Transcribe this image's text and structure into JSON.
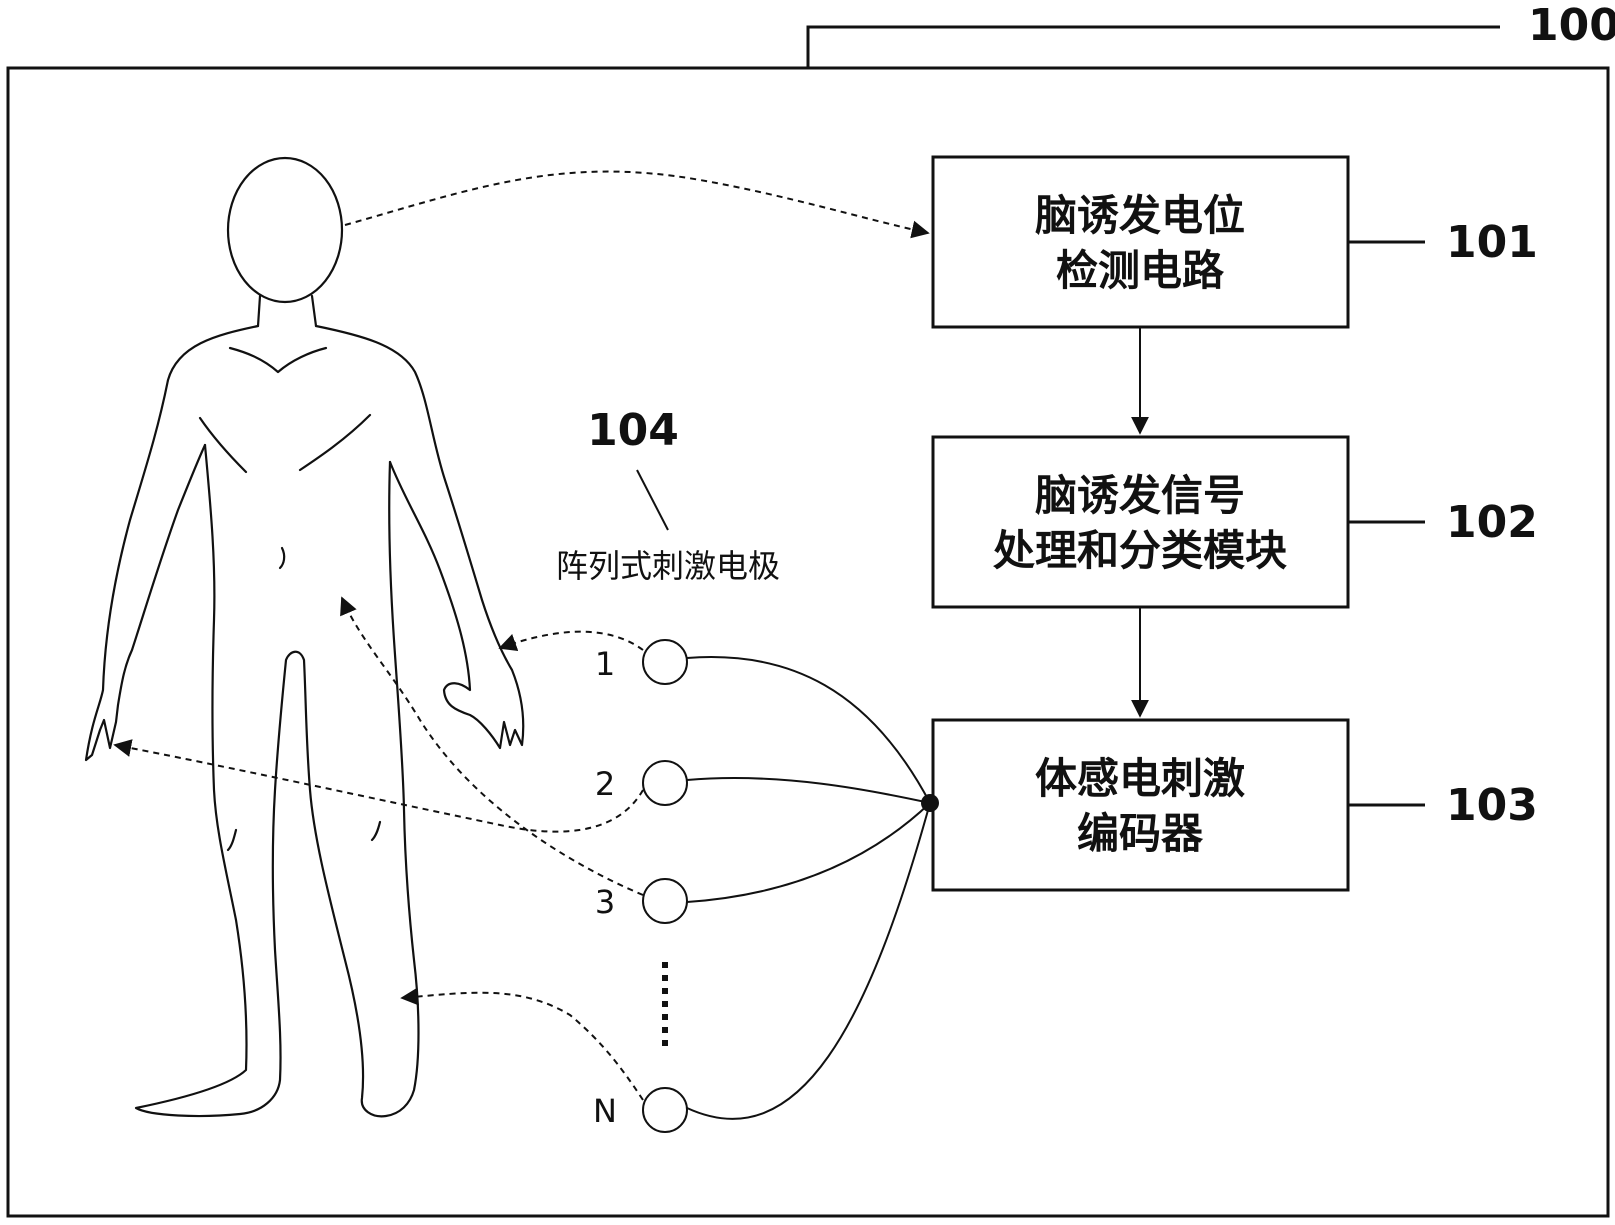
{
  "system": {
    "ref": "100"
  },
  "boxes": [
    {
      "id": "box-101",
      "lines": [
        "脑诱发电位",
        "检测电路"
      ],
      "ref": "101"
    },
    {
      "id": "box-102",
      "lines": [
        "脑诱发信号",
        "处理和分类模块"
      ],
      "ref": "102"
    },
    {
      "id": "box-103",
      "lines": [
        "体感电刺激",
        "编码器"
      ],
      "ref": "103"
    }
  ],
  "electrode_array": {
    "ref": "104",
    "label": "阵列式刺激电极",
    "electrodes": [
      "1",
      "2",
      "3",
      "N"
    ]
  }
}
